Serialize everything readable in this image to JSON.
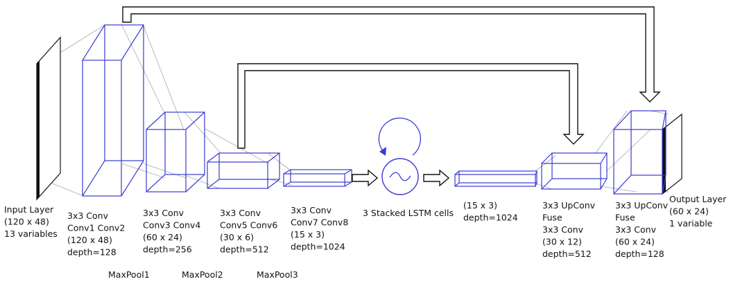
{
  "input_layer": {
    "lines": [
      "Input Layer",
      "(120 x 48)",
      "13 variables"
    ]
  },
  "encoder": [
    {
      "lines": [
        "3x3 Conv",
        "Conv1 Conv2",
        "(120 x 48)",
        "depth=128"
      ]
    },
    {
      "lines": [
        "3x3 Conv",
        "Conv3 Conv4",
        "(60 x 24)",
        "depth=256"
      ]
    },
    {
      "lines": [
        "3x3 Conv",
        "Conv5 Conv6",
        "(30 x 6)",
        "depth=512"
      ]
    },
    {
      "lines": [
        "3x3 Conv",
        "Conv7 Conv8",
        "(15 x 3)",
        "depth=1024"
      ]
    }
  ],
  "maxpool": [
    "MaxPool1",
    "MaxPool2",
    "MaxPool3"
  ],
  "lstm": {
    "lines": [
      "3 Stacked LSTM cells"
    ]
  },
  "lstm_output": {
    "lines": [
      "(15 x 3)",
      "depth=1024"
    ]
  },
  "decoder": [
    {
      "lines": [
        "3x3 UpConv",
        "Fuse",
        "3x3 Conv",
        "(30 x 12)",
        "depth=512"
      ]
    },
    {
      "lines": [
        "3x3 UpConv",
        "Fuse",
        "3x3 Conv",
        "(60 x 24)",
        "depth=128"
      ]
    }
  ],
  "output_layer": {
    "lines": [
      "Output Layer",
      "(60 x 24)",
      "1 variable"
    ]
  },
  "colors": {
    "block_edge": "#3a3ad6",
    "connector": "#a8a8a8",
    "plane": "#111111"
  }
}
